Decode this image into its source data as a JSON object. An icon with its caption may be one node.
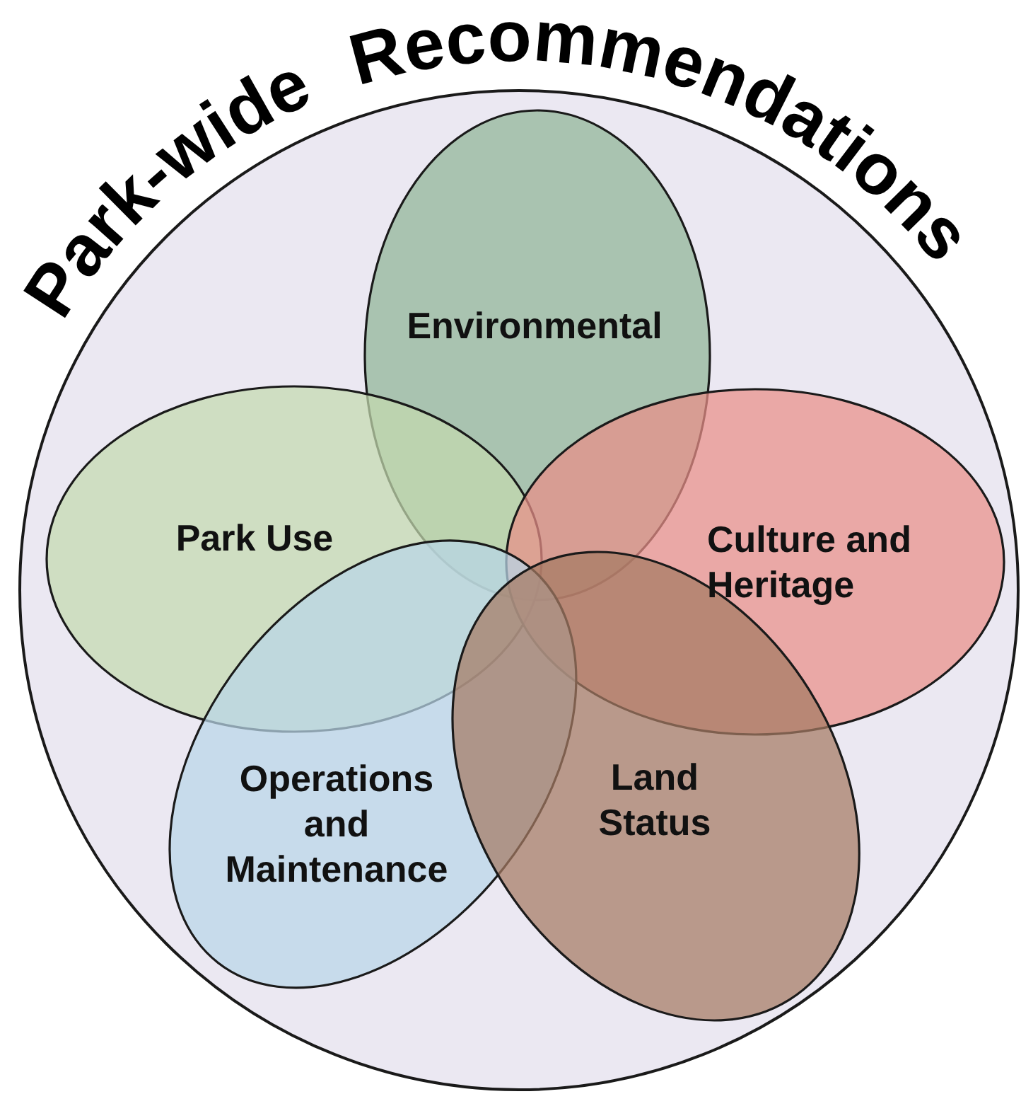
{
  "diagram": {
    "title": "Park-wide Recommendations",
    "nodes": [
      {
        "text": [],
        "shape": "circle"
      },
      {
        "text": [
          "Environmental"
        ],
        "in": 0
      },
      {
        "text": [
          "Park Use"
        ],
        "in": 0
      },
      {
        "text": [
          "Culture and Heritage"
        ],
        "in": 0
      },
      {
        "text": [
          "Operations and Maintenance"
        ],
        "in": 0
      },
      {
        "text": [
          "Land Status"
        ],
        "in": 0
      }
    ],
    "edges": []
  }
}
